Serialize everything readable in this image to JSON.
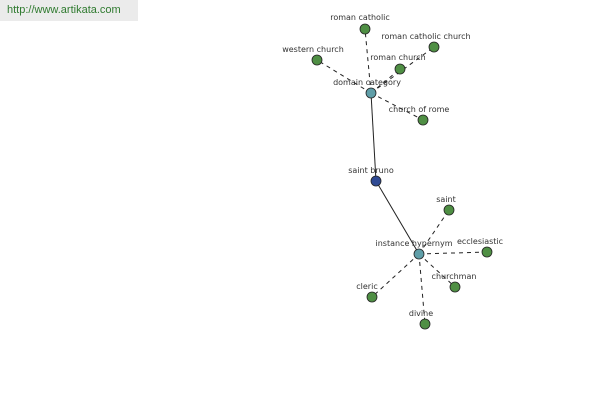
{
  "banner": {
    "url": "http://www.artikata.com"
  },
  "graph": {
    "nodes": {
      "roman_catholic": "roman catholic",
      "roman_catholic_church": "roman catholic church",
      "western_church": "western church",
      "roman_church": "roman church",
      "domain_category": "domain category",
      "church_of_rome": "church of rome",
      "saint_bruno": "saint bruno",
      "saint": "saint",
      "instance_hypernym": "instance hypernym",
      "ecclesiastic": "ecclesiastic",
      "cleric": "cleric",
      "churchman": "churchman",
      "divine": "divine"
    },
    "colors": {
      "leaf": "#4f8f44",
      "hub": "#5f9ea8",
      "root": "#2f4a94"
    }
  }
}
